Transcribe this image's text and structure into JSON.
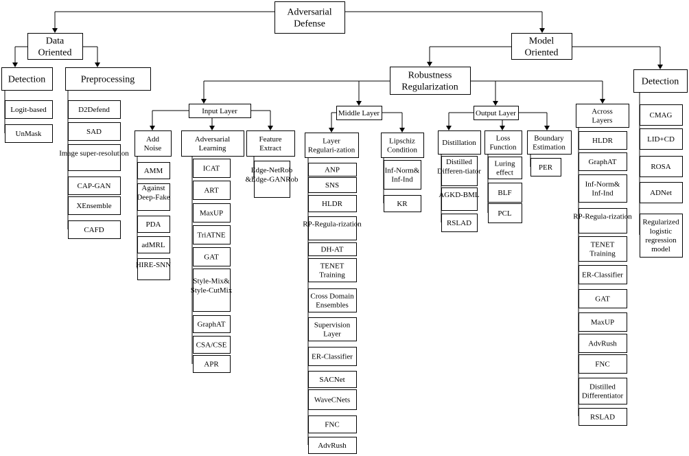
{
  "root": "Adversarial Defense",
  "data_oriented": "Data Oriented",
  "model_oriented": "Model Oriented",
  "detection_data": "Detection",
  "preprocessing": "Preprocessing",
  "robustness": "Robustness Regularization",
  "detection_model": "Detection",
  "input_layer": "Input Layer",
  "middle_layer": "Middle Layer",
  "output_layer": "Output Layer",
  "across_layers": "Across Layers",
  "add_noise": "Add Noise",
  "adversarial_learning": "Adversarial Learning",
  "feature_extract": "Feature Extract",
  "layer_regularization": "Layer Regulari-zation",
  "lipschitz": "Lipschiz Condition",
  "distillation": "Distillation",
  "loss_function": "Loss Function",
  "boundary_estimation": "Boundary Estimation",
  "detection_data_items": [
    "Logit-based",
    "UnMask"
  ],
  "preprocessing_items": [
    "D2Defend",
    "SAD",
    "Image super-resolution",
    "CAP-GAN",
    "XEnsemble",
    "CAFD"
  ],
  "model_detection_items": [
    "CMAG",
    "LID+CD",
    "ROSA",
    "ADNet",
    "Regularized logistic regression model"
  ],
  "add_noise_items": [
    "AMM",
    "Against Deep-Fake",
    "PDA",
    "adMRL",
    "HIRE-SNN"
  ],
  "adversarial_learning_items": [
    "ICAT",
    "ART",
    "MaxUP",
    "TriATNE",
    "GAT",
    "Style-Mix& Style-CutMix",
    "GraphAT",
    "CSA/CSE",
    "APR"
  ],
  "feature_extract_items": [
    "Edge-NetRob &Edge-GANRob"
  ],
  "layer_regularization_items": [
    "ANP",
    "SNS",
    "HLDR",
    "RP-Regula-rization",
    "DH-AT",
    "TENET Training",
    "Cross Domain Ensembles",
    "Supervision Layer",
    "ER-Classifier",
    "SACNet",
    "WaveCNets",
    "FNC",
    "AdvRush"
  ],
  "lipschitz_items": [
    "Inf-Norm& Inf-Ind",
    "KR"
  ],
  "distillation_items": [
    "Distilled Differen-tiator",
    "AGKD-BML",
    "RSLAD"
  ],
  "loss_function_items": [
    "Luring effect",
    "BLF",
    "PCL"
  ],
  "boundary_items": [
    "PER"
  ],
  "across_items": [
    "HLDR",
    "GraphAT",
    "Inf-Norm& Inf-Ind",
    "RP-Regula-rization",
    "TENET Training",
    "ER-Classifier",
    "GAT",
    "MaxUP",
    "AdvRush",
    "FNC",
    "Distilled Differentiator",
    "RSLAD"
  ]
}
